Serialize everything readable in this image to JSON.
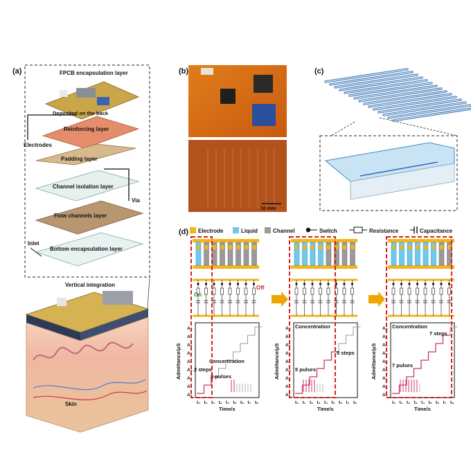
{
  "panel_a": {
    "tag": "(a)",
    "layers": [
      "FPCB encapsulation layer",
      "Deposited on the back",
      "Reinforcing layer",
      "Padding layer",
      "Channel isolation layer",
      "Flow channels layer",
      "Bottom encapsulation layer"
    ],
    "labels": {
      "electrodes": "Electrodes",
      "via": "Via",
      "inlet": "Inlet",
      "vertical": "Vertical integration",
      "skin": "Skin"
    }
  },
  "panel_b": {
    "tag": "(b)",
    "scale": "10 mm"
  },
  "panel_c": {
    "tag": "(c)"
  },
  "panel_d": {
    "tag": "(d)",
    "legend": [
      "Electrode",
      "Liquid",
      "Channel",
      "Switch",
      "Resistance",
      "Capacitance"
    ],
    "on": "On",
    "off": "Off",
    "ylabel": "Admittance/μS",
    "xlabel": "Time/s",
    "ylevels": [
      "A₈",
      "A₇",
      "A₆",
      "A₅",
      "A₄",
      "A₃",
      "A₂",
      "A₁",
      "A₀"
    ],
    "xticks": [
      "t₀",
      "t₁",
      "t₂",
      "t₃",
      "t₄",
      "t₅",
      "t₆",
      "t₇",
      "t₈"
    ],
    "concentration": "Concentration",
    "steps": [
      "2 steps",
      "5 steps",
      "7 steps"
    ],
    "pulses": [
      "2 pulses",
      "5 pulses",
      "7 pulses"
    ]
  },
  "colors": {
    "electrode": "#f2b51c",
    "liquid": "#6ec8ec",
    "channel": "#9a9a9a",
    "accent": "#c8366e",
    "dash": "#d62020",
    "arrow": "#f0a500"
  }
}
